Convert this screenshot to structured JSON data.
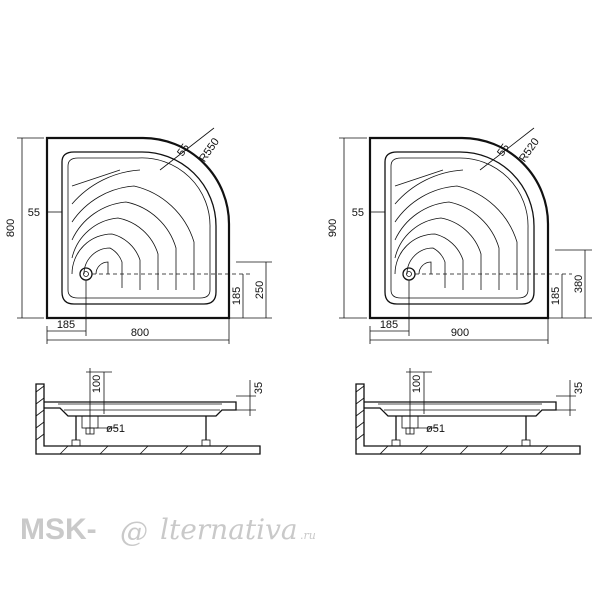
{
  "left_plan": {
    "height_label": "800",
    "width_label": "800",
    "rim_offset_left": "55",
    "rim_offset_arc": "55",
    "radius_label": "R550",
    "drain_offset_x": "185",
    "drain_offset_y": "185",
    "side_height": "250"
  },
  "right_plan": {
    "height_label": "900",
    "width_label": "900",
    "rim_offset_left": "55",
    "rim_offset_arc": "55",
    "radius_label": "R520",
    "drain_offset_x": "185",
    "drain_offset_y": "185",
    "side_height": "380"
  },
  "left_section": {
    "depth_label": "100",
    "rim_label": "35",
    "drain_label": "ø51"
  },
  "right_section": {
    "depth_label": "100",
    "rim_label": "35",
    "drain_label": "ø51"
  },
  "watermark": {
    "prefix": "MSK-",
    "at_symbol": "@",
    "suffix": "lternativa",
    "tld": ".ru"
  }
}
